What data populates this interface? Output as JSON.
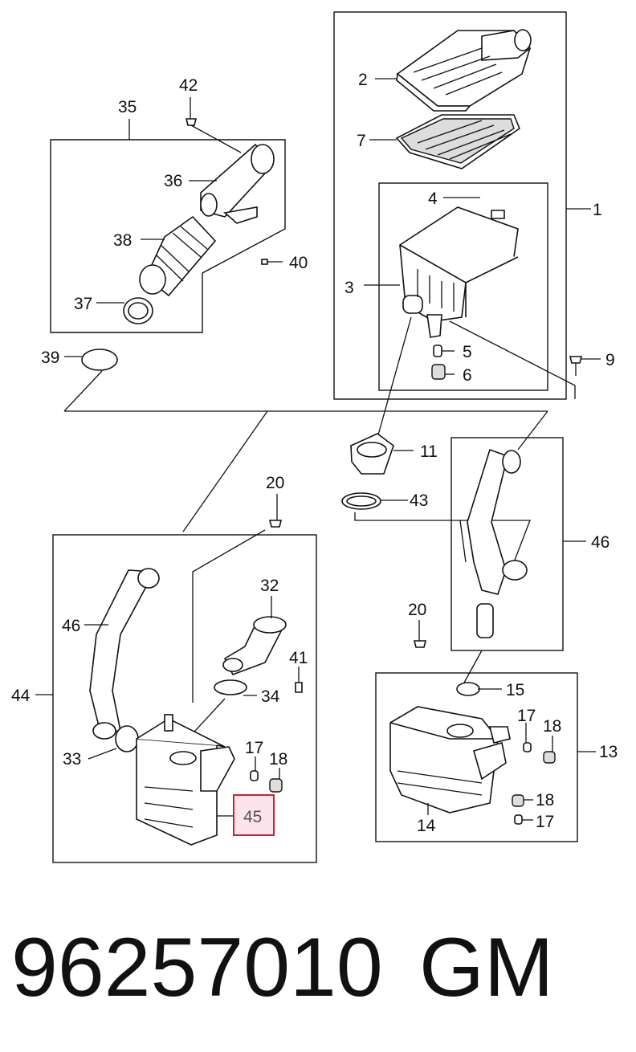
{
  "callouts": [
    {
      "id": "c1",
      "text": "1"
    },
    {
      "id": "c2",
      "text": "2"
    },
    {
      "id": "c3",
      "text": "3"
    },
    {
      "id": "c4",
      "text": "4"
    },
    {
      "id": "c5",
      "text": "5"
    },
    {
      "id": "c6",
      "text": "6"
    },
    {
      "id": "c7",
      "text": "7"
    },
    {
      "id": "c9",
      "text": "9"
    },
    {
      "id": "c11",
      "text": "11"
    },
    {
      "id": "c13",
      "text": "13"
    },
    {
      "id": "c14",
      "text": "14"
    },
    {
      "id": "c15",
      "text": "15"
    },
    {
      "id": "c17a",
      "text": "17"
    },
    {
      "id": "c17b",
      "text": "17"
    },
    {
      "id": "c17c",
      "text": "17"
    },
    {
      "id": "c18a",
      "text": "18"
    },
    {
      "id": "c18b",
      "text": "18"
    },
    {
      "id": "c18c",
      "text": "18"
    },
    {
      "id": "c20a",
      "text": "20"
    },
    {
      "id": "c20b",
      "text": "20"
    },
    {
      "id": "c32",
      "text": "32"
    },
    {
      "id": "c33",
      "text": "33"
    },
    {
      "id": "c34",
      "text": "34"
    },
    {
      "id": "c35",
      "text": "35"
    },
    {
      "id": "c36",
      "text": "36"
    },
    {
      "id": "c37",
      "text": "37"
    },
    {
      "id": "c38",
      "text": "38"
    },
    {
      "id": "c39",
      "text": "39"
    },
    {
      "id": "c40",
      "text": "40"
    },
    {
      "id": "c41",
      "text": "41"
    },
    {
      "id": "c42",
      "text": "42"
    },
    {
      "id": "c43",
      "text": "43"
    },
    {
      "id": "c44",
      "text": "44"
    },
    {
      "id": "c45",
      "text": "45"
    },
    {
      "id": "c46a",
      "text": "46"
    },
    {
      "id": "c46b",
      "text": "46"
    }
  ],
  "highlight": {
    "callout_id": "c45",
    "fill": "#fde4ec",
    "stroke": "#cc2233"
  },
  "footer": {
    "part_number": "96257010",
    "brand": "GM"
  }
}
